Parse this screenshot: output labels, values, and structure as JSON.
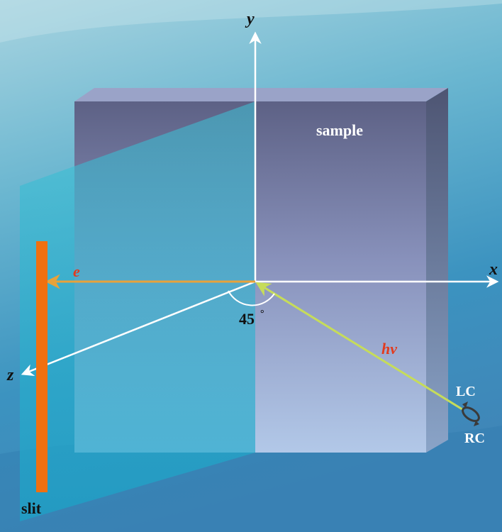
{
  "labels": {
    "sample": "sample",
    "x_axis": "x",
    "y_axis": "y",
    "z_axis": "z",
    "electron": "e",
    "photon": "hv",
    "angle": "45",
    "angle_unit": "°",
    "left_circular": "LC",
    "right_circular": "RC",
    "slit": "slit"
  },
  "colors": {
    "axis": "#ffffff",
    "electron_beam": "#e8a23a",
    "photon_beam": "#c6dc5a",
    "electron_label": "#e23b1e",
    "photon_label": "#e23b1e",
    "slit": "#f07010",
    "sample_front_top": "#5d6185",
    "sample_front_bottom": "#b2c8e8",
    "sample_side": "#5e6a8c",
    "sample_top": "#9aa3c8",
    "slit_plane": "#36b4cc",
    "text_dark": "#111111",
    "text_light": "#ffffff"
  }
}
